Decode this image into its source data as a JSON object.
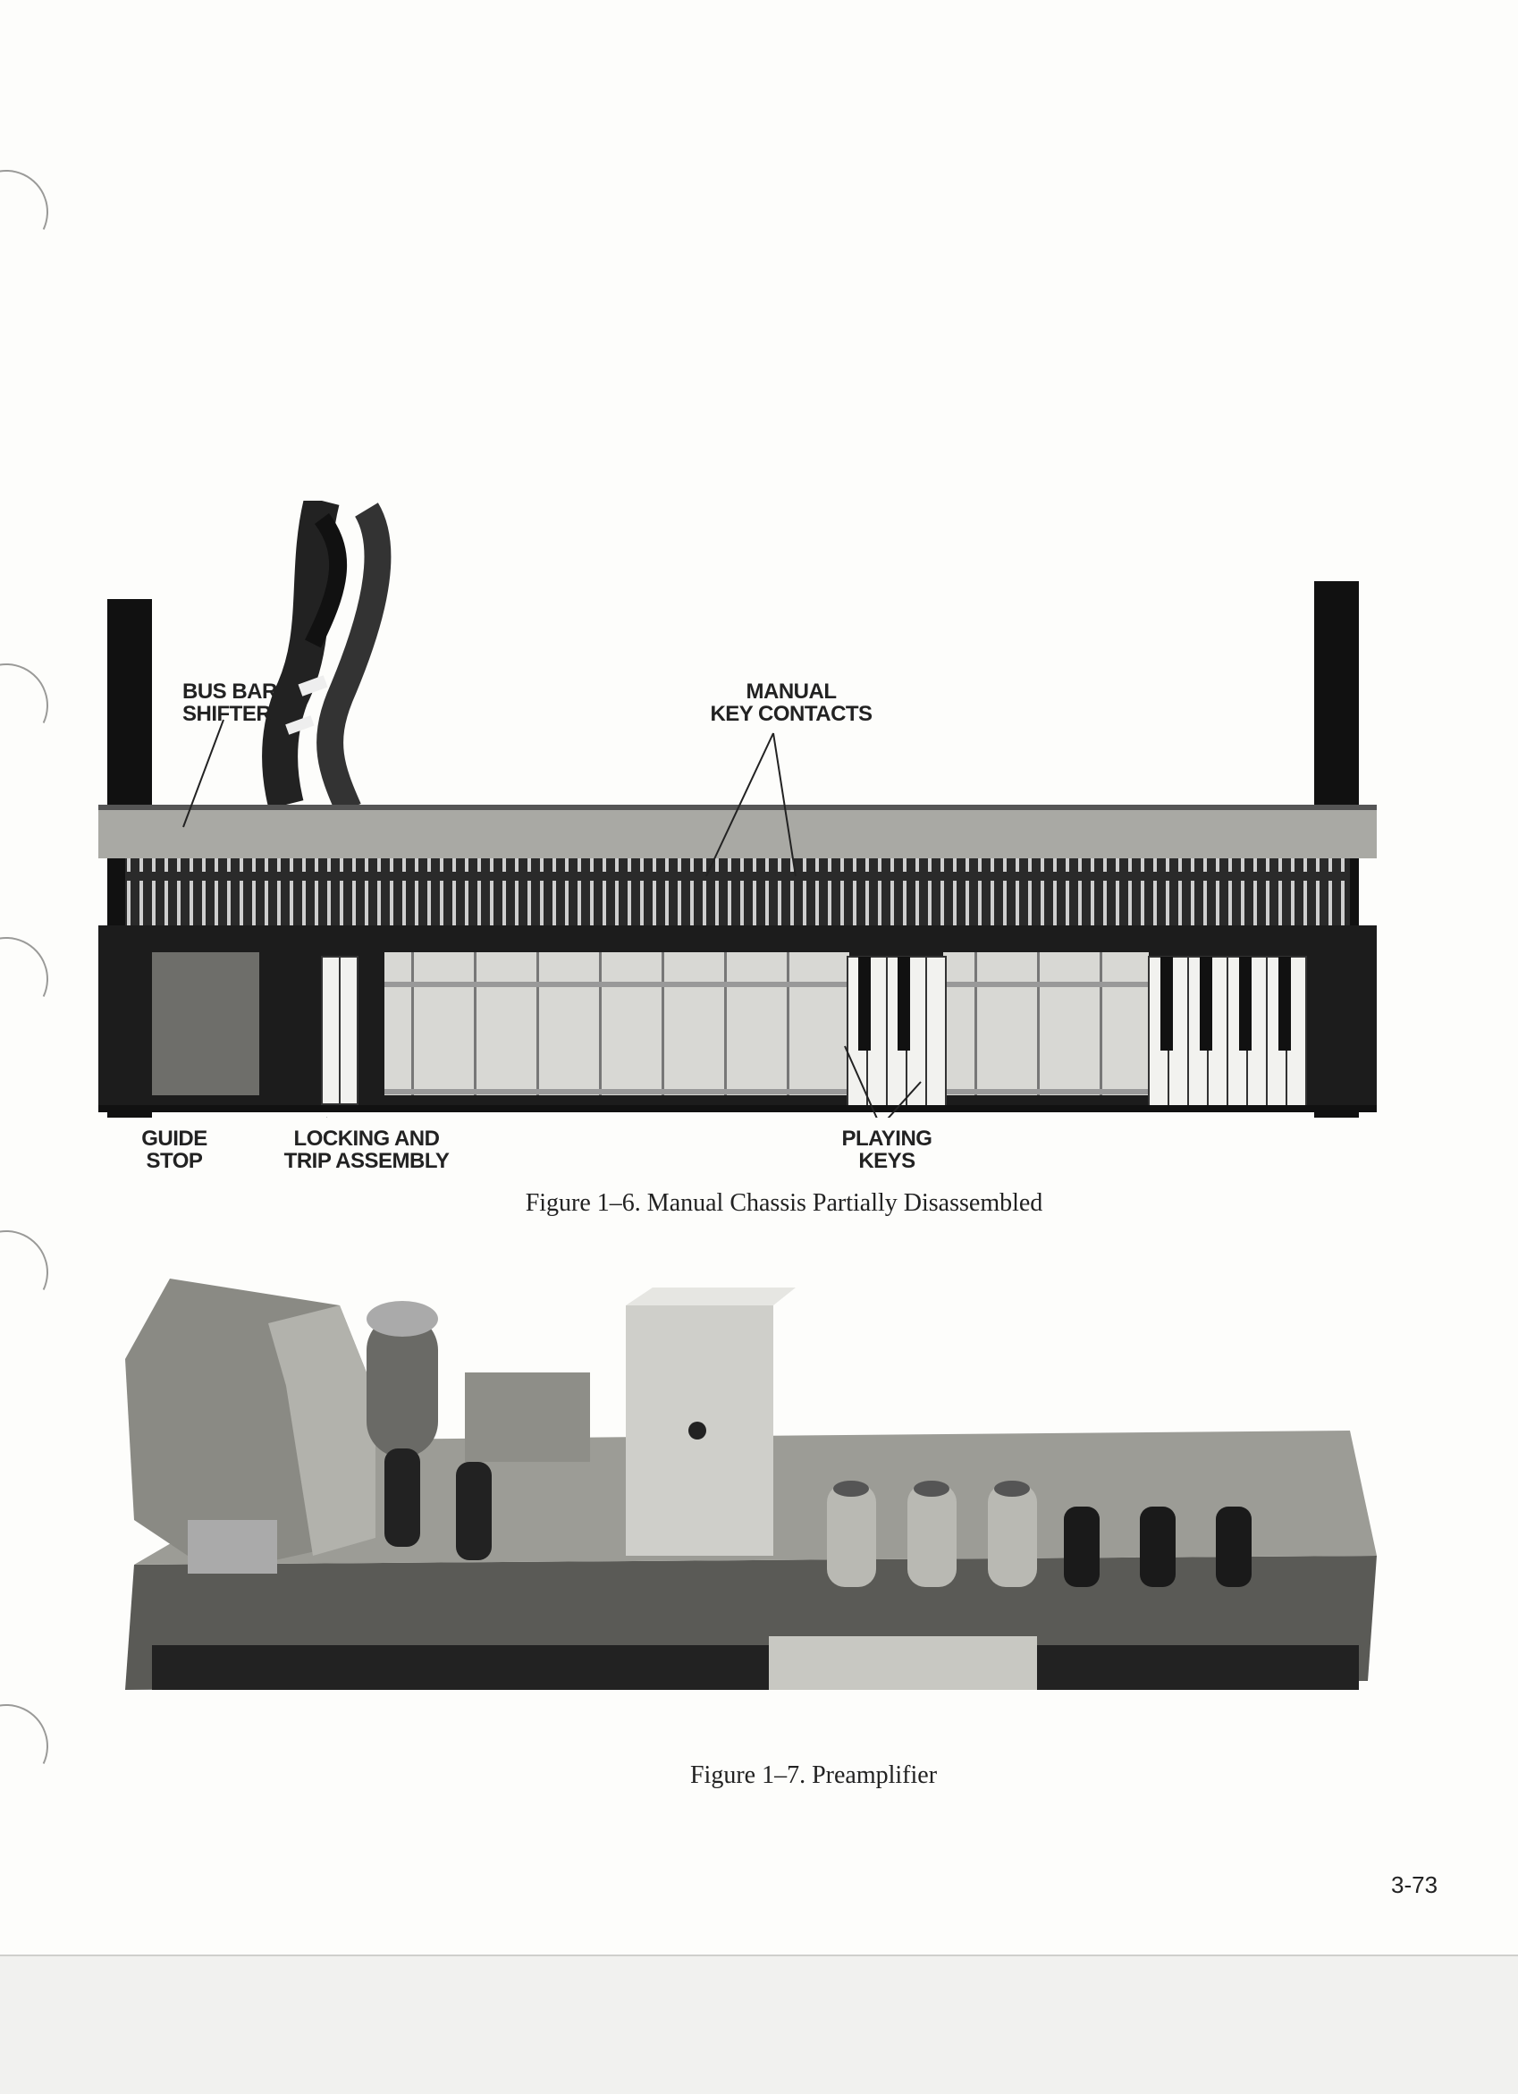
{
  "figure_1_6": {
    "caption": "Figure 1–6.  Manual Chassis Partially Disassembled",
    "labels": {
      "bus_bar_shifter": [
        "BUS BAR",
        "SHIFTER"
      ],
      "manual_key_contacts": [
        "MANUAL",
        "KEY CONTACTS"
      ],
      "guide_stop": [
        "GUIDE",
        "STOP"
      ],
      "locking_and_trip_assembly": [
        "LOCKING AND",
        "TRIP ASSEMBLY"
      ],
      "playing_keys": [
        "PLAYING",
        "KEYS"
      ]
    }
  },
  "figure_1_7": {
    "caption": "Figure 1–7.  Preamplifier"
  },
  "page_number": "3-73"
}
